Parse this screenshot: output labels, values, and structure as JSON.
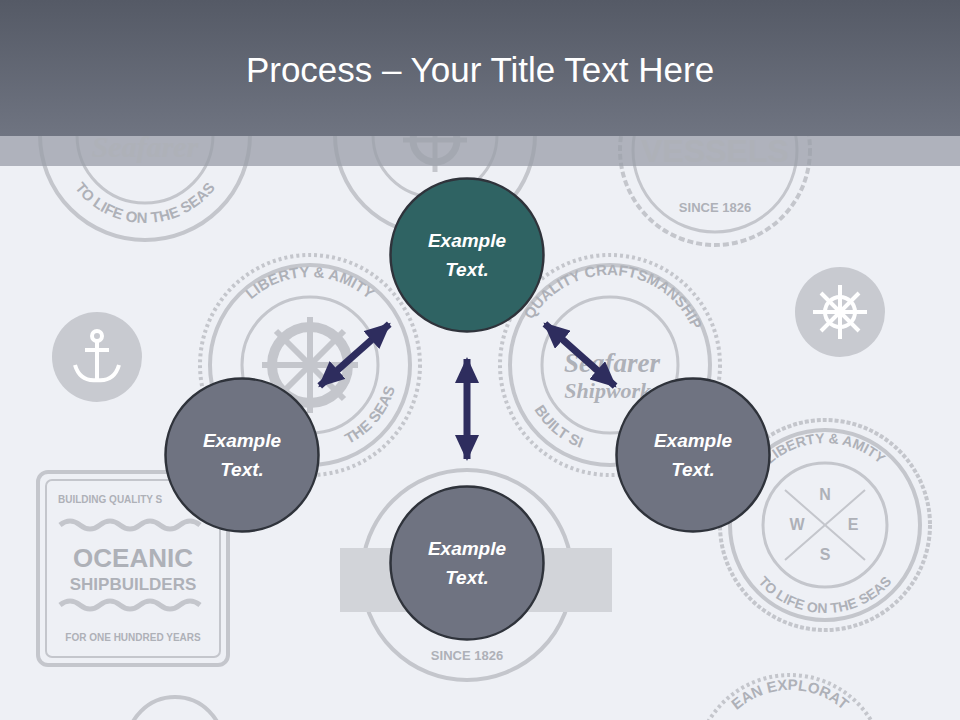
{
  "diagram": {
    "title": "Process – Your Title Text Here",
    "nodes": [
      {
        "text": [
          "Example Text."
        ]
      },
      {
        "text": [
          "Example Text."
        ]
      },
      {
        "text": [
          "Example Text."
        ]
      },
      {
        "text": [
          "Example Text."
        ]
      }
    ],
    "edges": [
      {
        "from": 0,
        "to": 1,
        "arrow": "both"
      },
      {
        "from": 0,
        "to": 2,
        "arrow": "both"
      },
      {
        "from": 0,
        "to": 3,
        "arrow": "both"
      }
    ],
    "labels": [
      "Seafarer",
      "TO LIFE ON THE SEAS",
      "VESSELS",
      "SINCE 1826",
      "LIBERTY & AMITY",
      "THE SEAS",
      "QUALITY CRAFTSMANSHIP",
      "Seafarer",
      "Shipworks",
      "BUILT SI",
      "BUILDING QUALITY S",
      "OCEANIC",
      "SHIPBUILDERS",
      "FOR ONE HUNDRED YEARS",
      "SINCE 1826",
      "LIBERTY & AMITY",
      "N",
      "W",
      "E",
      "S",
      "TO LIFE ON THE SEAS",
      "EAN EXPLORAT"
    ]
  }
}
